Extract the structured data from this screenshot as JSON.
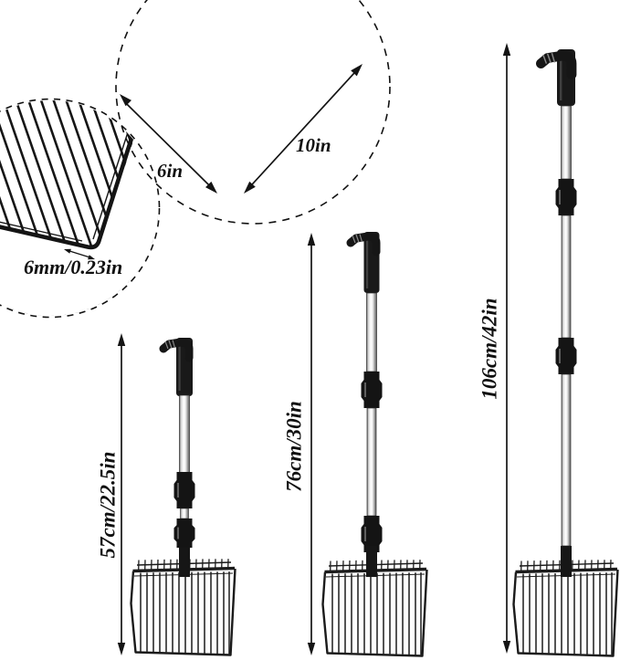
{
  "detail_view": {
    "wire_thickness_label": "6mm/0.23in"
  },
  "head_dimensions": {
    "width_label": "6in",
    "depth_label": "10in"
  },
  "tools": [
    {
      "name": "shortest-height",
      "height_label": "57cm/22.5in"
    },
    {
      "name": "medium-height",
      "height_label": "76cm/30in"
    },
    {
      "name": "tallest-height",
      "height_label": "106cm/42in"
    }
  ],
  "colors": {
    "ink": "#141414",
    "background": "#ffffff",
    "pole_highlight": "#ffffff",
    "pole_shadow": "#5c5c5c"
  }
}
